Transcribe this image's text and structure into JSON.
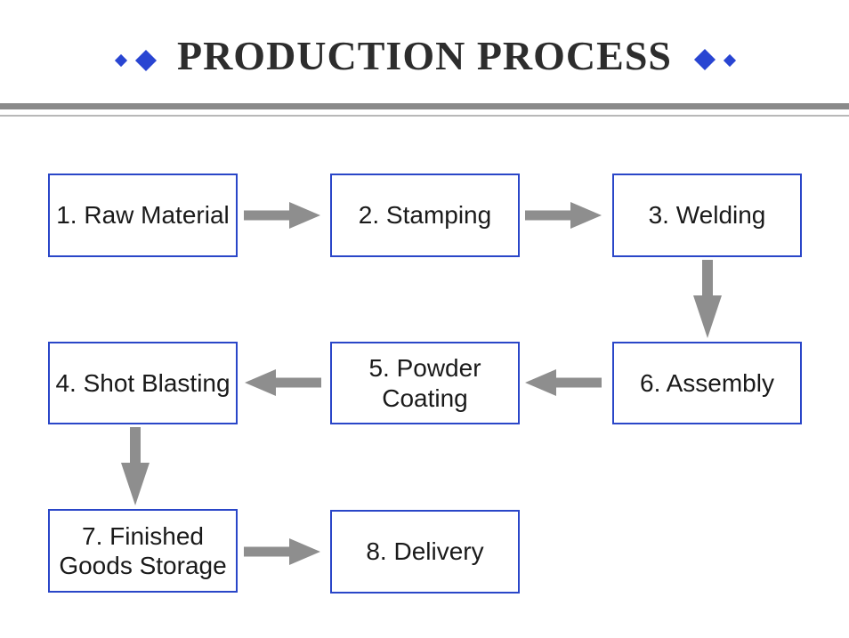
{
  "slide": {
    "title": "PRODUCTION PROCESS",
    "colors": {
      "title_text": "#2d2d2d",
      "diamond": "#2945d2",
      "box_border": "#2a46c8",
      "arrow": "#8e8e8e",
      "rule_thick": "#8a8a8a",
      "rule_thin": "#b8b8b8"
    },
    "ornaments": {
      "left": [
        "small-diamond",
        "large-diamond"
      ],
      "right": [
        "large-diamond",
        "small-diamond"
      ]
    }
  },
  "flowchart": {
    "steps": [
      {
        "number": "1",
        "label": "1. Raw Material"
      },
      {
        "number": "2",
        "label": "2. Stamping"
      },
      {
        "number": "3",
        "label": "3. Welding"
      },
      {
        "number": "4",
        "label": "4. Shot Blasting"
      },
      {
        "number": "5",
        "label": "5. Powder Coating"
      },
      {
        "number": "6",
        "label": "6. Assembly"
      },
      {
        "number": "7",
        "label": "7. Finished Goods Storage"
      },
      {
        "number": "8",
        "label": "8. Delivery"
      }
    ],
    "arrows": [
      {
        "from": "1",
        "to": "2",
        "direction": "right"
      },
      {
        "from": "2",
        "to": "3",
        "direction": "right"
      },
      {
        "from": "3",
        "to": "6",
        "direction": "down"
      },
      {
        "from": "6",
        "to": "5",
        "direction": "left"
      },
      {
        "from": "5",
        "to": "4",
        "direction": "left"
      },
      {
        "from": "4",
        "to": "7",
        "direction": "down"
      },
      {
        "from": "7",
        "to": "8",
        "direction": "right"
      }
    ]
  }
}
